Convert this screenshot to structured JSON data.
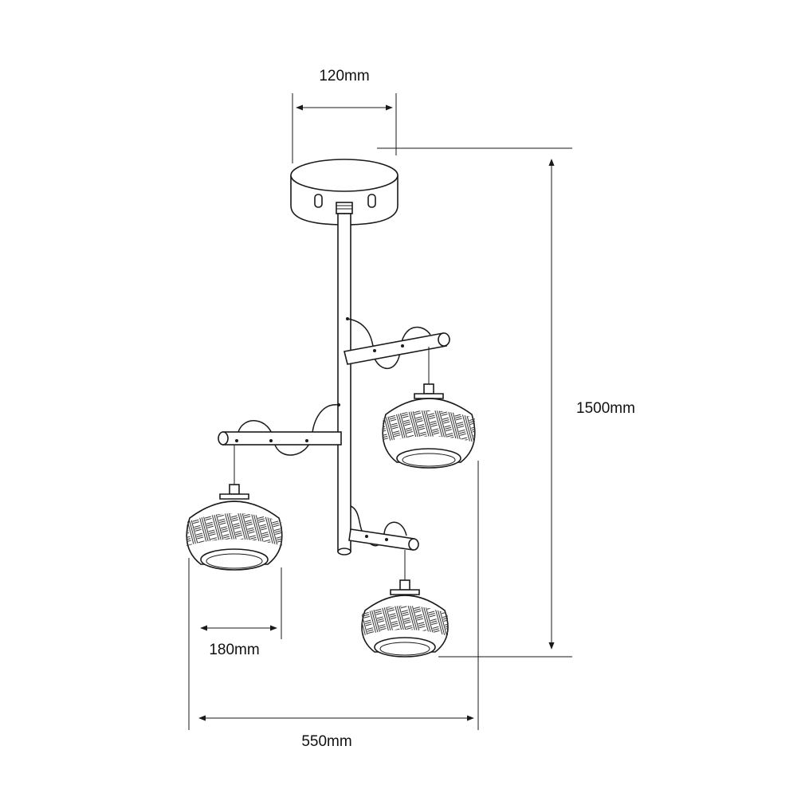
{
  "dimensions": {
    "canopy_width": "120mm",
    "total_height": "1500mm",
    "shade_width": "180mm",
    "overall_width": "550mm"
  },
  "colors": {
    "line": "#1a1a1a",
    "background": "#ffffff"
  }
}
